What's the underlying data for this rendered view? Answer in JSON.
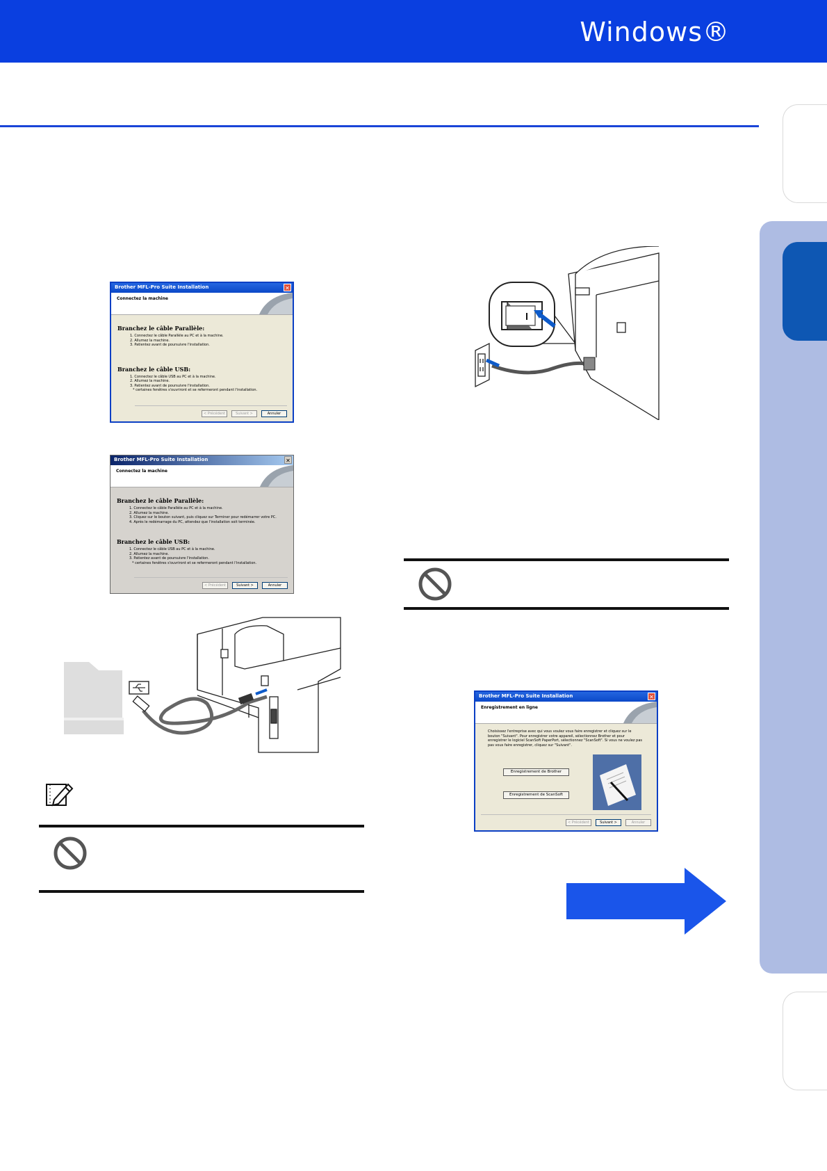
{
  "header": {
    "title": "Windows®",
    "color": "#0a3fe0"
  },
  "side_tabs": {
    "panel_color": "#aebce3",
    "active_color": "#0e57b3"
  },
  "dialog_parallel_xp": {
    "title": "Brother MFL-Pro Suite Installation",
    "close": "✕",
    "heading": "Connectez la machine",
    "section1_title": "Branchez le câble Parallèle:",
    "section1_lines": [
      "1. Connectez le câble Parallèle au PC et à la machine.",
      "2. Allumez la machine.",
      "3. Patientez avant de poursuivre l'installation."
    ],
    "section2_title": "Branchez le câble USB:",
    "section2_lines": [
      "1. Connectez le câble USB au PC et à la machine.",
      "2. Allumez la machine.",
      "3. Patientez avant de poursuivre l'installation.",
      "* certaines fenêtres s'ouvriront et se refermeront pendant l'installation."
    ],
    "buttons": {
      "back": "< Précédent",
      "next": "Suivant >",
      "cancel": "Annuler"
    }
  },
  "dialog_parallel_classic": {
    "title": "Brother MFL-Pro Suite Installation",
    "close": "✕",
    "heading": "Connectez la machine",
    "section1_title": "Branchez le câble Parallèle:",
    "section1_lines": [
      "1. Connectez le câble Parallèle au PC et à la machine.",
      "2. Allumez la machine.",
      "3. Cliquez sur le bouton suivant, puis cliquez sur Terminer pour redémarrer votre PC.",
      "4. Après le redémarrage du PC, attendez que l'installation soit terminée."
    ],
    "section2_title": "Branchez le câble USB:",
    "section2_lines": [
      "1. Connectez le câble USB au PC et à la machine.",
      "2. Allumez la machine.",
      "3. Patientez avant de poursuivre l'installation.",
      "* certaines fenêtres s'ouvriront et se refermeront pendant l'installation."
    ],
    "buttons": {
      "back": "< Précédent",
      "next": "Suivant >",
      "cancel": "Annuler"
    }
  },
  "dialog_registration": {
    "title": "Brother MFL-Pro Suite Installation",
    "close": "✕",
    "heading": "Enregistrement en ligne",
    "text": "Choisissez l'entreprise avec qui vous voulez vous faire enregistrer et cliquez sur le bouton \"Suivant\". Pour enregistrer votre appareil, sélectionnez Brother et pour enregistrer le logiciel ScanSoft PaperPort, sélectionnez \"ScanSoft\". Si vous ne voulez pas pas vous faire enregistrer, cliquez sur \"Suivant\".",
    "option1": "Enregistrement de Brother",
    "option2": "Enregistrement de ScanSoft",
    "buttons": {
      "back": "< Précédent",
      "next": "Suivant >",
      "cancel": "Annuler"
    }
  }
}
